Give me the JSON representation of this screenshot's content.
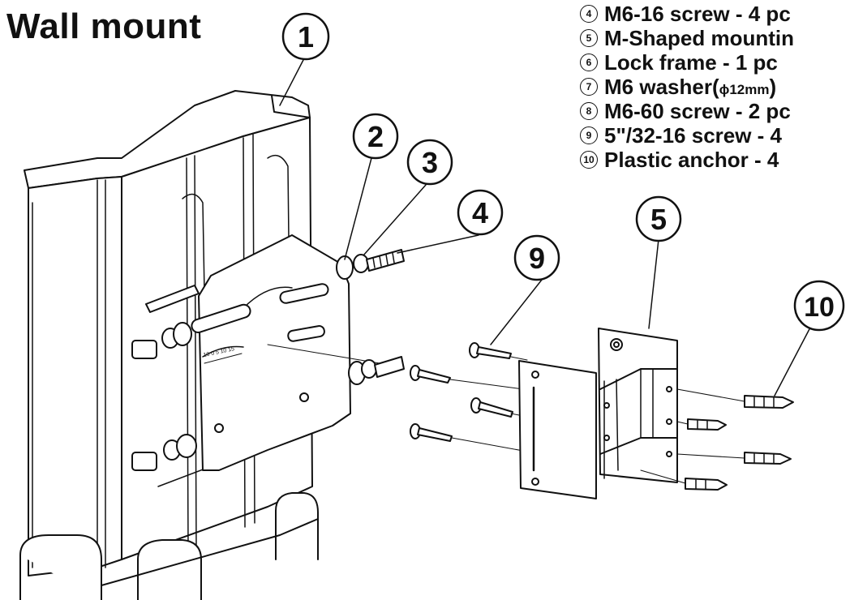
{
  "title": "Wall mount",
  "legend": [
    {
      "num": "4",
      "text": "M6-16 screw - 4 pc"
    },
    {
      "num": "5",
      "text": "M-Shaped mountin"
    },
    {
      "num": "6",
      "text": "Lock frame - 1 pc"
    },
    {
      "num": "7",
      "text": "M6 washer(",
      "small": "ϕ12mm",
      "after": ")"
    },
    {
      "num": "8",
      "text": "M6-60 screw - 2 pc"
    },
    {
      "num": "9",
      "text": "5\"/32-16 screw - 4"
    },
    {
      "num": "10",
      "text": "Plastic anchor - 4"
    }
  ],
  "callouts": [
    "1",
    "2",
    "3",
    "4",
    "5",
    "9",
    "10"
  ],
  "scale_marks": "10 0 5 10 15"
}
